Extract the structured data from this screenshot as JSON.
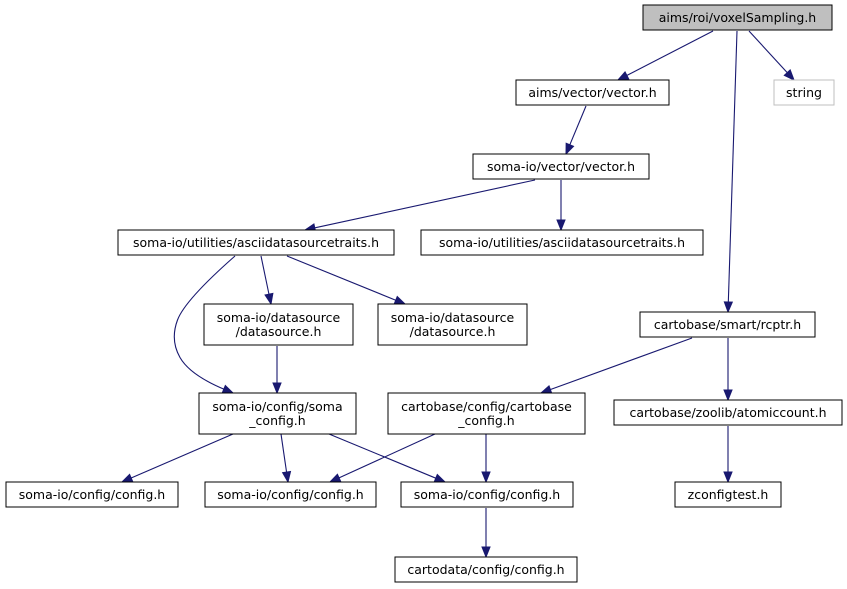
{
  "graph": {
    "edge_color": "#191970",
    "root_fill": "#bfbfbf",
    "nodes": [
      {
        "id": "root",
        "lines": [
          "aims/roi/voxelSampling.h"
        ],
        "kind": "root"
      },
      {
        "id": "aims_vector",
        "lines": [
          "aims/vector/vector.h"
        ]
      },
      {
        "id": "string",
        "lines": [
          "string"
        ],
        "kind": "system"
      },
      {
        "id": "soma_vector",
        "lines": [
          "soma-io/vector/vector.h"
        ]
      },
      {
        "id": "ascii1",
        "lines": [
          "soma-io/utilities/asciidatasourcetraits.h"
        ]
      },
      {
        "id": "ascii2",
        "lines": [
          "soma-io/utilities/asciidatasourcetraits.h"
        ]
      },
      {
        "id": "ds1",
        "lines": [
          "soma-io/datasource",
          "/datasource.h"
        ]
      },
      {
        "id": "ds2",
        "lines": [
          "soma-io/datasource",
          "/datasource.h"
        ]
      },
      {
        "id": "rcptr",
        "lines": [
          "cartobase/smart/rcptr.h"
        ]
      },
      {
        "id": "soma_config",
        "lines": [
          "soma-io/config/soma",
          "_config.h"
        ]
      },
      {
        "id": "cartobase_config",
        "lines": [
          "cartobase/config/cartobase",
          "_config.h"
        ]
      },
      {
        "id": "atomiccount",
        "lines": [
          "cartobase/zoolib/atomiccount.h"
        ]
      },
      {
        "id": "config1",
        "lines": [
          "soma-io/config/config.h"
        ]
      },
      {
        "id": "config2",
        "lines": [
          "soma-io/config/config.h"
        ]
      },
      {
        "id": "config3",
        "lines": [
          "soma-io/config/config.h"
        ]
      },
      {
        "id": "zconfigtest",
        "lines": [
          "zconfigtest.h"
        ]
      },
      {
        "id": "cartodata_config",
        "lines": [
          "cartodata/config/config.h"
        ]
      }
    ],
    "edges": [
      {
        "from": "root",
        "to": "aims_vector"
      },
      {
        "from": "root",
        "to": "string"
      },
      {
        "from": "root",
        "to": "rcptr"
      },
      {
        "from": "aims_vector",
        "to": "soma_vector"
      },
      {
        "from": "soma_vector",
        "to": "ascii1"
      },
      {
        "from": "soma_vector",
        "to": "ascii2"
      },
      {
        "from": "ascii1",
        "to": "ds1"
      },
      {
        "from": "ascii1",
        "to": "ds2"
      },
      {
        "from": "ascii1",
        "to": "soma_config"
      },
      {
        "from": "ds1",
        "to": "soma_config"
      },
      {
        "from": "soma_config",
        "to": "config1"
      },
      {
        "from": "soma_config",
        "to": "config2"
      },
      {
        "from": "soma_config",
        "to": "config3"
      },
      {
        "from": "rcptr",
        "to": "cartobase_config"
      },
      {
        "from": "rcptr",
        "to": "atomiccount"
      },
      {
        "from": "cartobase_config",
        "to": "config2"
      },
      {
        "from": "cartobase_config",
        "to": "config3"
      },
      {
        "from": "atomiccount",
        "to": "zconfigtest"
      },
      {
        "from": "config3",
        "to": "cartodata_config"
      }
    ]
  }
}
